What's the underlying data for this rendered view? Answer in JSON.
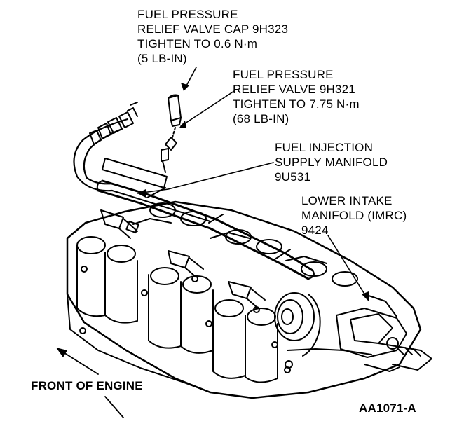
{
  "callouts": {
    "relief_valve_cap": {
      "lines": [
        "FUEL PRESSURE",
        "RELIEF VALVE CAP 9H323",
        "TIGHTEN TO 0.6 N·m",
        "(5 LB-IN)"
      ]
    },
    "relief_valve": {
      "lines": [
        "FUEL PRESSURE",
        "RELIEF VALVE 9H321",
        "TIGHTEN TO 7.75 N·m",
        "(68 LB-IN)"
      ]
    },
    "supply_manifold": {
      "lines": [
        "FUEL INJECTION",
        "SUPPLY MANIFOLD",
        "9U531"
      ]
    },
    "lower_intake": {
      "lines": [
        "LOWER INTAKE",
        "MANIFOLD (IMRC)",
        "9424"
      ]
    }
  },
  "front_label": "FRONT OF ENGINE",
  "figure_code": "AA1071-A",
  "colors": {
    "ink": "#000000",
    "paper": "#ffffff"
  }
}
